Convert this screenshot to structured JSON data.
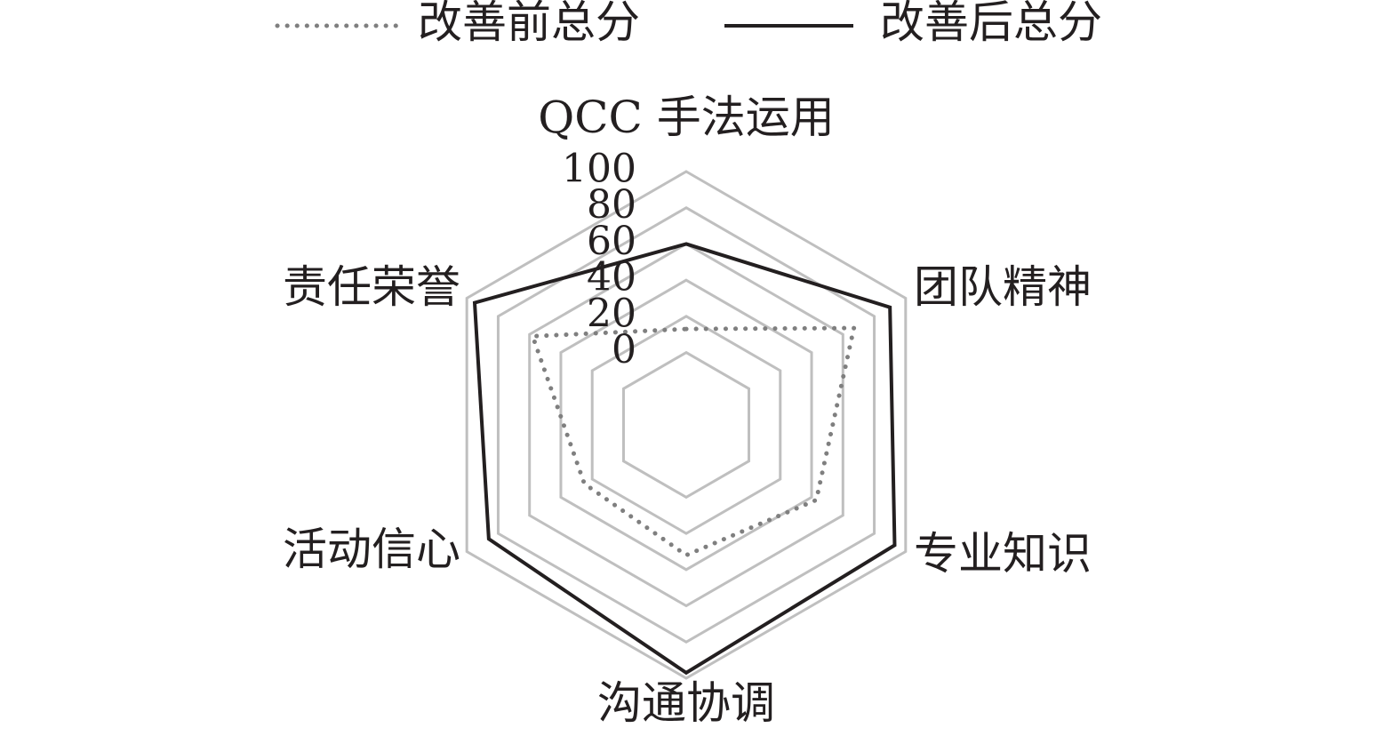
{
  "chart_data": {
    "type": "radar",
    "title": "",
    "categories": [
      "QCC 手法运用",
      "团队精神",
      "专业知识",
      "沟通协调",
      "活动信心",
      "责任荣誉"
    ],
    "r_ticks": [
      "0",
      "20",
      "40",
      "60",
      "80",
      "100"
    ],
    "rlim": [
      -40,
      100
    ],
    "grid": true,
    "legend_position": "top",
    "series": [
      {
        "name": "改善前总分",
        "values": [
          13,
          67,
          43,
          32,
          25,
          58
        ],
        "color": "#7f7f7f",
        "line_style": "dotted"
      },
      {
        "name": "改善后总分",
        "values": [
          60,
          90,
          93,
          97,
          86,
          95
        ],
        "color": "#231f20",
        "line_style": "solid"
      }
    ],
    "grid_color": "#bfbfbf"
  }
}
